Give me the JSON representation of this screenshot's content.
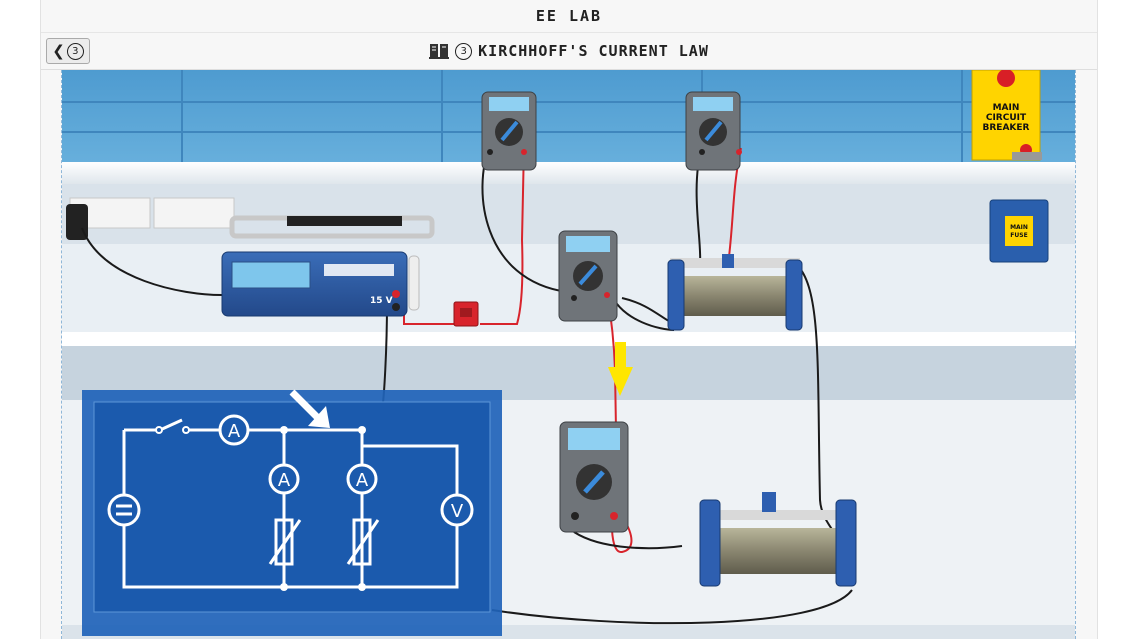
{
  "app": {
    "title": "EE LAB"
  },
  "nav": {
    "back_number": "3",
    "lesson_number": "3",
    "lesson_title": "KIRCHHOFF'S CURRENT LAW"
  },
  "scene": {
    "breaker_label": [
      "MAIN",
      "CIRCUIT",
      "BREAKER"
    ],
    "fuse_label": [
      "MAIN",
      "FUSE"
    ],
    "psu_voltage": "15 V",
    "schematic_meter_labels": {
      "ammeter": "A",
      "voltmeter": "V"
    }
  },
  "colors": {
    "wall": "#5aa6d6",
    "shelf": "#eef3f7",
    "schematic_bg": "#1f63b8",
    "wire_red": "#d8242c",
    "wire_black": "#1a1a1a",
    "arrow_yellow": "#ffe600"
  }
}
